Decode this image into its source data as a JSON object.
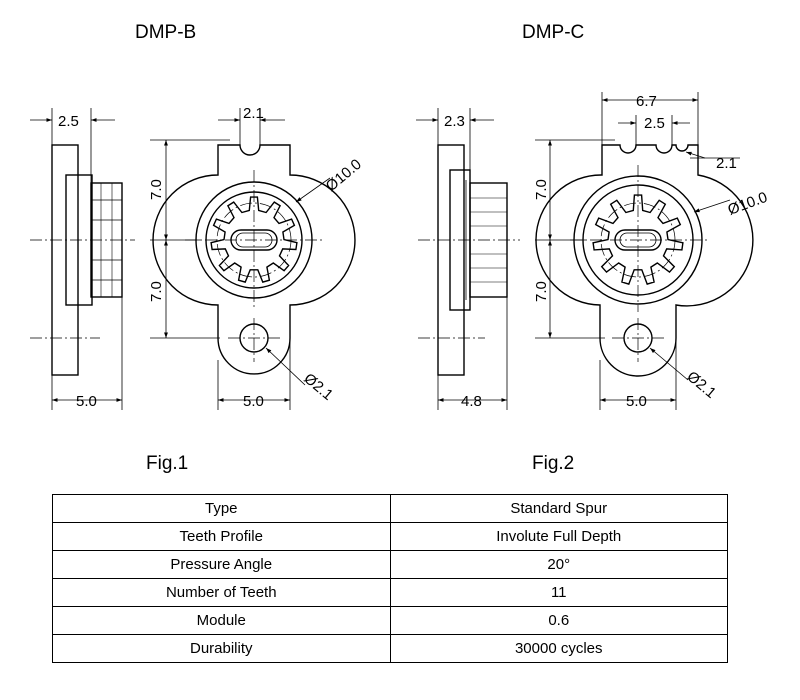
{
  "figures": [
    {
      "model": "DMP-B",
      "caption": "Fig.1",
      "dims": {
        "thickness": "2.5",
        "slot": "2.1",
        "half_up": "7.0",
        "half_down": "7.0",
        "diameter": "Ø10.0",
        "hole": "Ø2.1",
        "lug_width": "5.0",
        "side_width": "5.0"
      }
    },
    {
      "model": "DMP-C",
      "caption": "Fig.2",
      "dims": {
        "thickness": "2.3",
        "top_width": "6.7",
        "slot_pitch": "2.5",
        "slot": "2.1",
        "half_up": "7.0",
        "half_down": "7.0",
        "diameter": "Ø10.0",
        "hole": "Ø2.1",
        "lug_width": "5.0",
        "side_width": "4.8"
      }
    }
  ],
  "specs": [
    {
      "label": "Type",
      "value": "Standard Spur"
    },
    {
      "label": "Teeth Profile",
      "value": "Involute Full Depth"
    },
    {
      "label": "Pressure Angle",
      "value": "20°"
    },
    {
      "label": "Number of Teeth",
      "value": "11"
    },
    {
      "label": "Module",
      "value": "0.6"
    },
    {
      "label": "Durability",
      "value": "30000 cycles"
    }
  ]
}
